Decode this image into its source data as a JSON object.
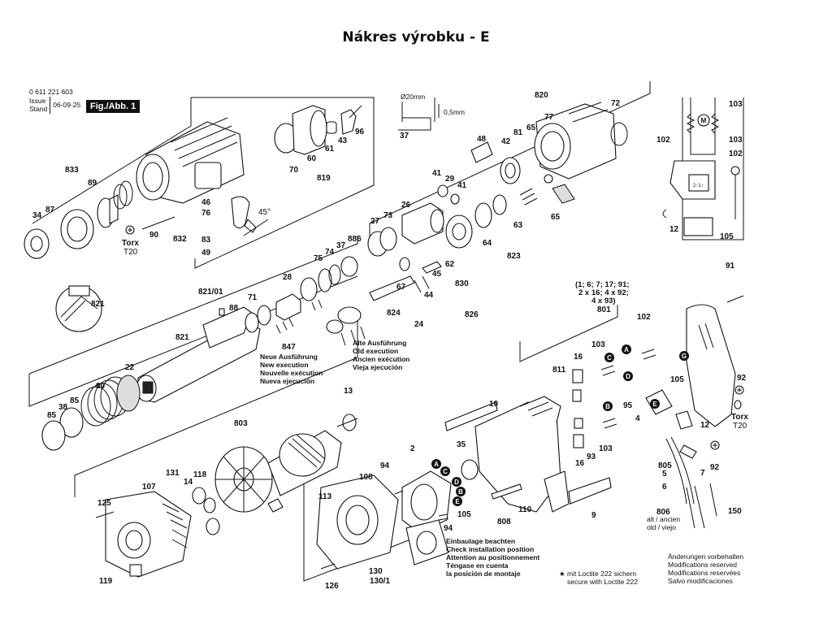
{
  "title": "Nákres výrobku - E",
  "header": {
    "part_no": "0 611 221 603",
    "issue_label": "Issue",
    "stand_label": "Stand",
    "issue_date": "06-09-25",
    "figure_label": "Fig./Abb. 1"
  },
  "dimensions": {
    "diameter": "Ø20mm",
    "offset": "0,5mm"
  },
  "notes": {
    "new_execution": [
      "Neue Ausführung",
      "New execution",
      "Nouvelle exécution",
      "Nueva ejecución"
    ],
    "old_execution": [
      "Alte Ausführung",
      "Old execution",
      "Ancien exécution",
      "Vieja ejecución"
    ],
    "install_position": [
      "Einbaulage beachten",
      "Check installation position",
      "Attention au positionnement",
      "Téngase en cuenta",
      "la posición de montaje"
    ],
    "loctite": [
      "mit Loctite 222 sichern",
      "secure with Loctite 222"
    ],
    "modifications": [
      "Änderungen vorbehalten",
      "Modifications reserved",
      "Modifications reservées",
      "Salvo modificaciones"
    ],
    "alt_ancien": [
      "alt / ancien",
      "old / viejo"
    ],
    "parts_group": [
      "(1; 6; 7; 17; 91;",
      "2 x 16; 4 x 92;",
      "4 x 93)"
    ],
    "torx": "Torx",
    "t20": "T20",
    "angle": "45°",
    "star": "★",
    "switch_text": "2↑1↑"
  },
  "part_labels": [
    "833",
    "89",
    "87",
    "34",
    "90",
    "46",
    "76",
    "832",
    "83",
    "49",
    "70",
    "60",
    "819",
    "61",
    "43",
    "96",
    "37",
    "41",
    "29",
    "41",
    "26",
    "27",
    "73",
    "886",
    "37",
    "74",
    "75",
    "28",
    "71",
    "88",
    "821/01",
    "821",
    "847",
    "22",
    "80",
    "85",
    "38",
    "85",
    "13",
    "803",
    "131",
    "118",
    "14",
    "107",
    "125",
    "119",
    "108",
    "113",
    "126",
    "130",
    "130/1",
    "94",
    "94",
    "2",
    "35",
    "105",
    "808",
    "110",
    "10",
    "9",
    "48",
    "42",
    "81",
    "65",
    "77",
    "820",
    "72",
    "65",
    "64",
    "62",
    "830",
    "63",
    "823",
    "45",
    "67",
    "824",
    "44",
    "24",
    "826",
    "102",
    "103",
    "103",
    "102",
    "12",
    "105",
    "91",
    "801",
    "102",
    "103",
    "811",
    "16",
    "95",
    "4",
    "105",
    "12",
    "92",
    "16",
    "93",
    "103",
    "805",
    "5",
    "6",
    "7",
    "92",
    "806",
    "150",
    "Torx"
  ],
  "badges": [
    "A",
    "B",
    "C",
    "D",
    "E",
    "A",
    "C",
    "D",
    "G",
    "B",
    "E"
  ]
}
